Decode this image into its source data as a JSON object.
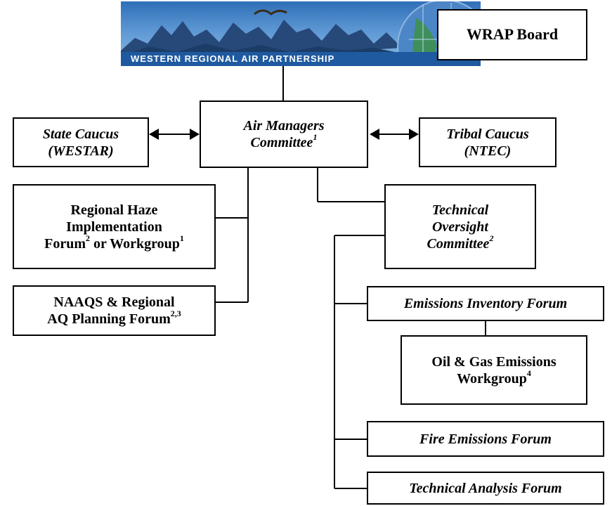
{
  "banner": {
    "title": "Western Regional Air Partnership"
  },
  "nodes": {
    "wrap_board": "WRAP Board",
    "air_managers": {
      "line1": "Air Managers",
      "line2": "Committee",
      "sup": "1"
    },
    "state_caucus": {
      "line1": "State Caucus",
      "line2": "(WESTAR)"
    },
    "tribal_caucus": {
      "line1": "Tribal Caucus",
      "line2": "(NTEC)"
    },
    "regional_haze": {
      "line1": "Regional Haze",
      "line2": "Implementation",
      "line3a": "Forum",
      "sup_a": "2",
      "line3b": " or Workgroup",
      "sup_b": "1"
    },
    "naaqs": {
      "line1": "NAAQS & Regional",
      "line2": "AQ Planning Forum",
      "sup": "2,3"
    },
    "technical_oversight": {
      "line1": "Technical",
      "line2": "Oversight",
      "line3": "Committee",
      "sup": "2"
    },
    "emissions_inventory": "Emissions Inventory Forum",
    "oil_gas": {
      "line1": "Oil & Gas Emissions",
      "line2": "Workgroup",
      "sup": "4"
    },
    "fire_emissions": "Fire Emissions Forum",
    "technical_analysis": "Technical Analysis Forum"
  },
  "colors": {
    "banner_sky": "#5d97d3",
    "banner_mountains": "#26497a",
    "banner_globe": "#3f8f5a"
  }
}
